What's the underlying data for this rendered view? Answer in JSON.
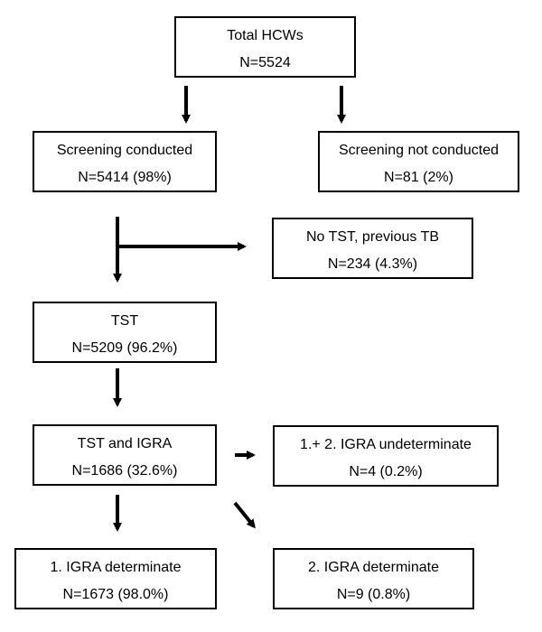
{
  "boxes": {
    "total": {
      "title": "Total HCWs",
      "count": "N=5524"
    },
    "screening_conducted": {
      "title": "Screening conducted",
      "count": "N=5414 (98%)"
    },
    "screening_not_conducted": {
      "title": "Screening not conducted",
      "count": "N=81 (2%)"
    },
    "no_tst_previous_tb": {
      "title": "No TST, previous TB",
      "count": "N=234 (4.3%)"
    },
    "tst": {
      "title": "TST",
      "count": "N=5209 (96.2%)"
    },
    "tst_and_igra": {
      "title": "TST and IGRA",
      "count": "N=1686 (32.6%)"
    },
    "igra_undeterminate": {
      "title": "1.+ 2. IGRA undeterminate",
      "count": "N=4 (0.2%)"
    },
    "igra_determinate_1": {
      "title": "1. IGRA determinate",
      "count": "N=1673 (98.0%)"
    },
    "igra_determinate_2": {
      "title": "2. IGRA determinate",
      "count": "N=9 (0.8%)"
    }
  }
}
